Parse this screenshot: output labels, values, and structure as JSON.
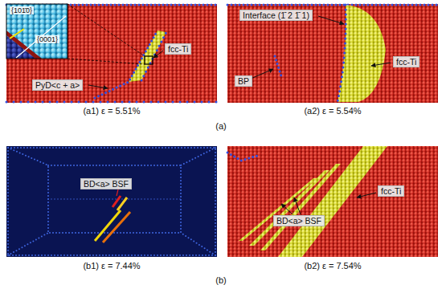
{
  "diagram": {
    "labels": [
      "{101̄0}",
      "{0001}",
      "fcc-Ti",
      "PyD<c + a>",
      "(a1) ε = 5.51%",
      "Interface (1̄ 2 1̄ 1)",
      "BP",
      "fcc-Ti",
      "(a2) ε = 5.54%",
      "(a)",
      "BD<a> BSF",
      "(b1) ε = 7.44%",
      "fcc-Ti",
      "BD<a> BSF",
      "(b2) ε = 7.54%",
      "(b)"
    ]
  }
}
